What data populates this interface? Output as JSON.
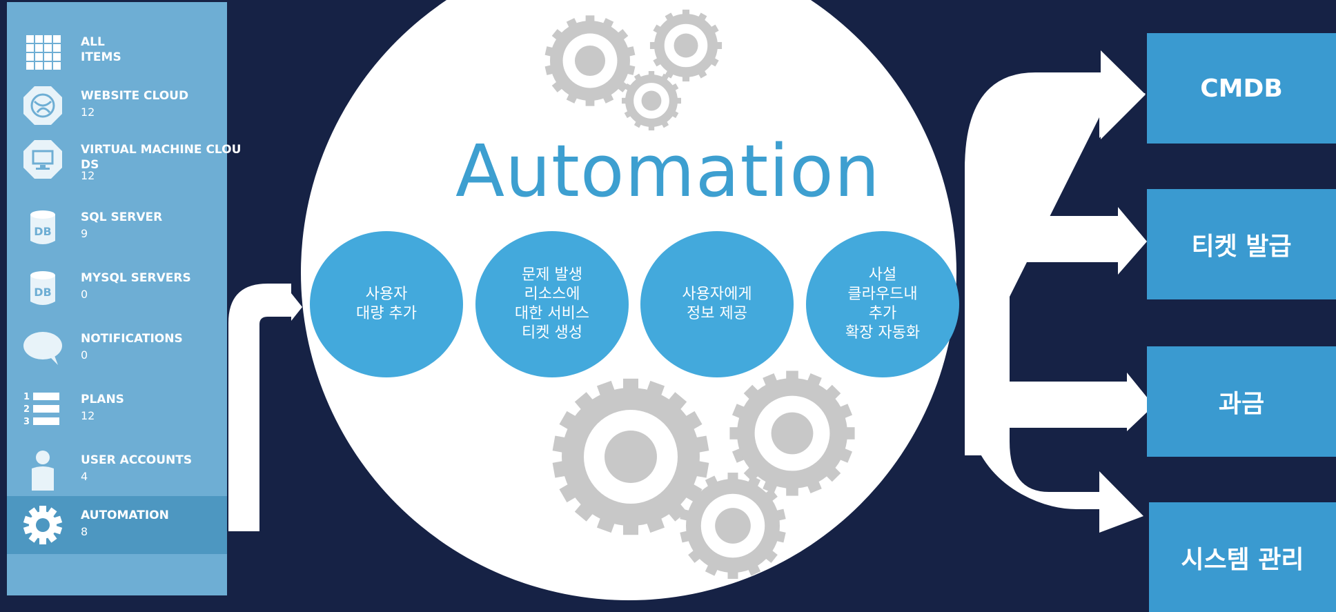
{
  "colors": {
    "background": "#162245",
    "sidebar": "#6eaed4",
    "sidebar_selected": "#4d97c1",
    "accent": "#43a9dc",
    "box": "#3a9ad0",
    "gear": "#c8c8c8"
  },
  "sidebar": {
    "items": [
      {
        "label": "ALL\nITEMS",
        "count": "",
        "icon": "grid-icon"
      },
      {
        "label": "WEBSITE CLOUD",
        "count": "12",
        "icon": "website-cloud-icon"
      },
      {
        "label": "VIRTUAL MACHINE CLOU\nDS",
        "count": "12",
        "icon": "virtual-machine-icon"
      },
      {
        "label": "SQL SERVER",
        "count": "9",
        "icon": "database-icon"
      },
      {
        "label": "MYSQL SERVERS",
        "count": "0",
        "icon": "database-icon"
      },
      {
        "label": "NOTIFICATIONS",
        "count": "0",
        "icon": "speech-bubble-icon"
      },
      {
        "label": "PLANS",
        "count": "12",
        "icon": "numbered-list-icon"
      },
      {
        "label": "USER ACCOUNTS",
        "count": "4",
        "icon": "user-icon"
      },
      {
        "label": "AUTOMATION",
        "count": "8",
        "icon": "gear-icon",
        "selected": true
      }
    ]
  },
  "diagram": {
    "title": "Automation",
    "steps": [
      "사용자\n대량 추가",
      "문제 발생\n리소스에\n대한 서비스\n티켓 생성",
      "사용자에게\n정보 제공",
      "사설\n클라우드내\n추가\n확장 자동화"
    ],
    "outputs": [
      "CMDB",
      "티켓 발급",
      "과금",
      "시스템 관리"
    ]
  }
}
